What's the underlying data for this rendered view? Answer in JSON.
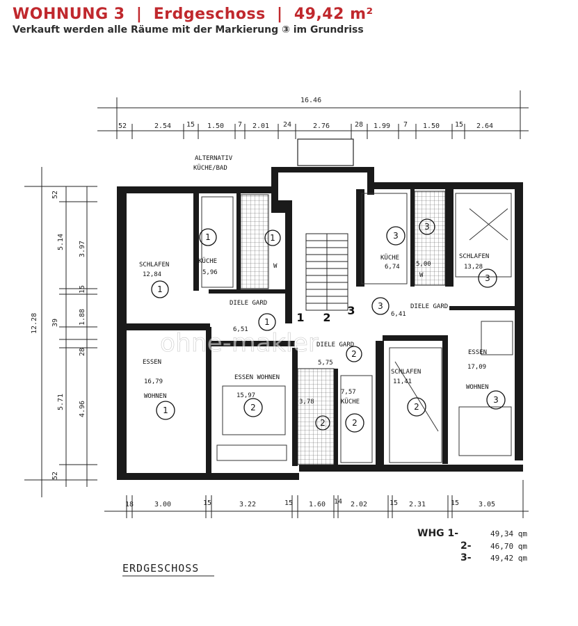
{
  "header": {
    "title": "WOHNUNG 3  |  Erdgeschoss  |  49,42 m²",
    "subtitle": "Verkauft werden alle Räume mit der Markierung ③ im Grundriss"
  },
  "plan": {
    "total_width": "16.46",
    "top_dims": [
      "52",
      "2.54",
      "15",
      "1.50",
      "7",
      "2.01",
      "24",
      "2.76",
      "28",
      "1.99",
      "7",
      "1.50",
      "15",
      "2.64"
    ],
    "bottom_dims": [
      "18",
      "3.00",
      "15",
      "3.22",
      "15",
      "1.60",
      "14",
      "2.02",
      "15",
      "2.31",
      "15",
      "3.05"
    ],
    "left_total": "12.28",
    "left_dims_outer": [
      "5.14",
      "5.71"
    ],
    "left_dims_inner": [
      "52",
      "3.97",
      "15",
      "1.88",
      "39",
      "28",
      "4.96",
      "52"
    ],
    "note_alternativ": "ALTERNATIV",
    "note_kueche_bad": "KÜCHE/BAD",
    "floor_label": "ERDGESCHOSS",
    "watermark": "ohne-makler",
    "rooms": [
      {
        "name": "SCHLAFEN",
        "area": "12,84",
        "unit": "1"
      },
      {
        "name": "KÜCHE",
        "area": "5,96",
        "unit": "1"
      },
      {
        "name": "DIELE GARD",
        "area": "6,51",
        "unit": "1"
      },
      {
        "name": "ESSEN",
        "area": "16,79",
        "unit": "1"
      },
      {
        "name": "WOHNEN",
        "area": "",
        "unit": "1"
      },
      {
        "name": "ESSEN WOHNEN",
        "area": "15,97",
        "unit": "2"
      },
      {
        "name": "DIELE GARD",
        "area": "5,75",
        "unit": "2"
      },
      {
        "name": "KÜCHE",
        "area": "7,57",
        "unit": "2"
      },
      {
        "name": "KÜCHE",
        "area": "6,74",
        "unit": "3"
      },
      {
        "name": "SCHLAFEN",
        "area": "13,28",
        "unit": "3"
      },
      {
        "name": "DIELE GARD",
        "area": "6,41",
        "unit": "3"
      },
      {
        "name": "SCHLAFEN",
        "area": "11,41",
        "unit": "2"
      },
      {
        "name": "ESSEN",
        "area": "17,09",
        "unit": "3"
      },
      {
        "name": "WOHNEN",
        "area": "",
        "unit": "3"
      }
    ],
    "bath_area": "5,00",
    "bath_area_2": "3,78",
    "stair_numbers": [
      "1",
      "2",
      "3"
    ],
    "w_label": "W"
  },
  "summary": [
    {
      "label": "WHG 1-",
      "area": "49,34 qm"
    },
    {
      "label": "2-",
      "area": "46,70 qm"
    },
    {
      "label": "3-",
      "area": "49,42 qm"
    }
  ]
}
